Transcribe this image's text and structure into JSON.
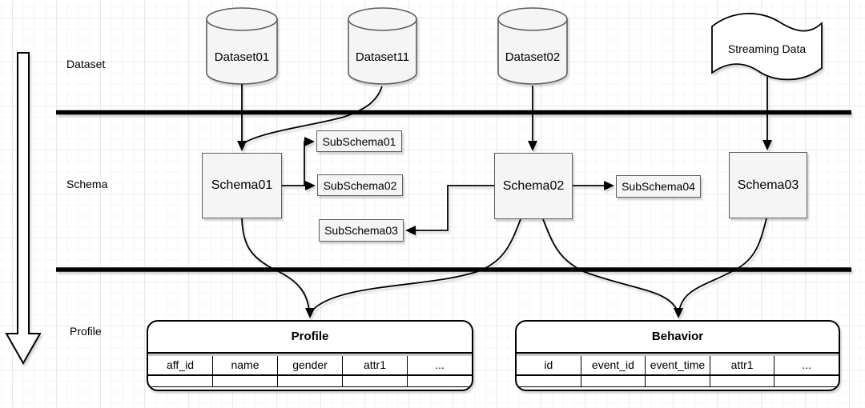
{
  "colors": {
    "shape_fill": "#f5f5f5",
    "shape_stroke": "#5e5e5e",
    "edge": "#000000",
    "table_fill": "#ffffff",
    "grid_major": "#e9e9e9",
    "grid_minor": "#f5f5f5"
  },
  "lanes": [
    {
      "label": "Dataset"
    },
    {
      "label": "Schema"
    },
    {
      "label": "Profile"
    }
  ],
  "nodes": {
    "datasets": [
      {
        "label": "Dataset01"
      },
      {
        "label": "Dataset11"
      },
      {
        "label": "Dataset02"
      }
    ],
    "streaming": {
      "label": "Streaming Data"
    },
    "schemas": [
      {
        "label": "Schema01"
      },
      {
        "label": "Schema02"
      },
      {
        "label": "Schema03"
      }
    ],
    "subschemas": [
      {
        "label": "SubSchema01"
      },
      {
        "label": "SubSchema02"
      },
      {
        "label": "SubSchema03"
      },
      {
        "label": "SubSchema04"
      }
    ]
  },
  "tables": {
    "profile": {
      "title": "Profile",
      "columns": [
        "aff_id",
        "name",
        "gender",
        "attr1",
        "..."
      ]
    },
    "behavior": {
      "title": "Behavior",
      "columns": [
        "id",
        "event_id",
        "event_time",
        "attr1",
        "..."
      ]
    }
  }
}
